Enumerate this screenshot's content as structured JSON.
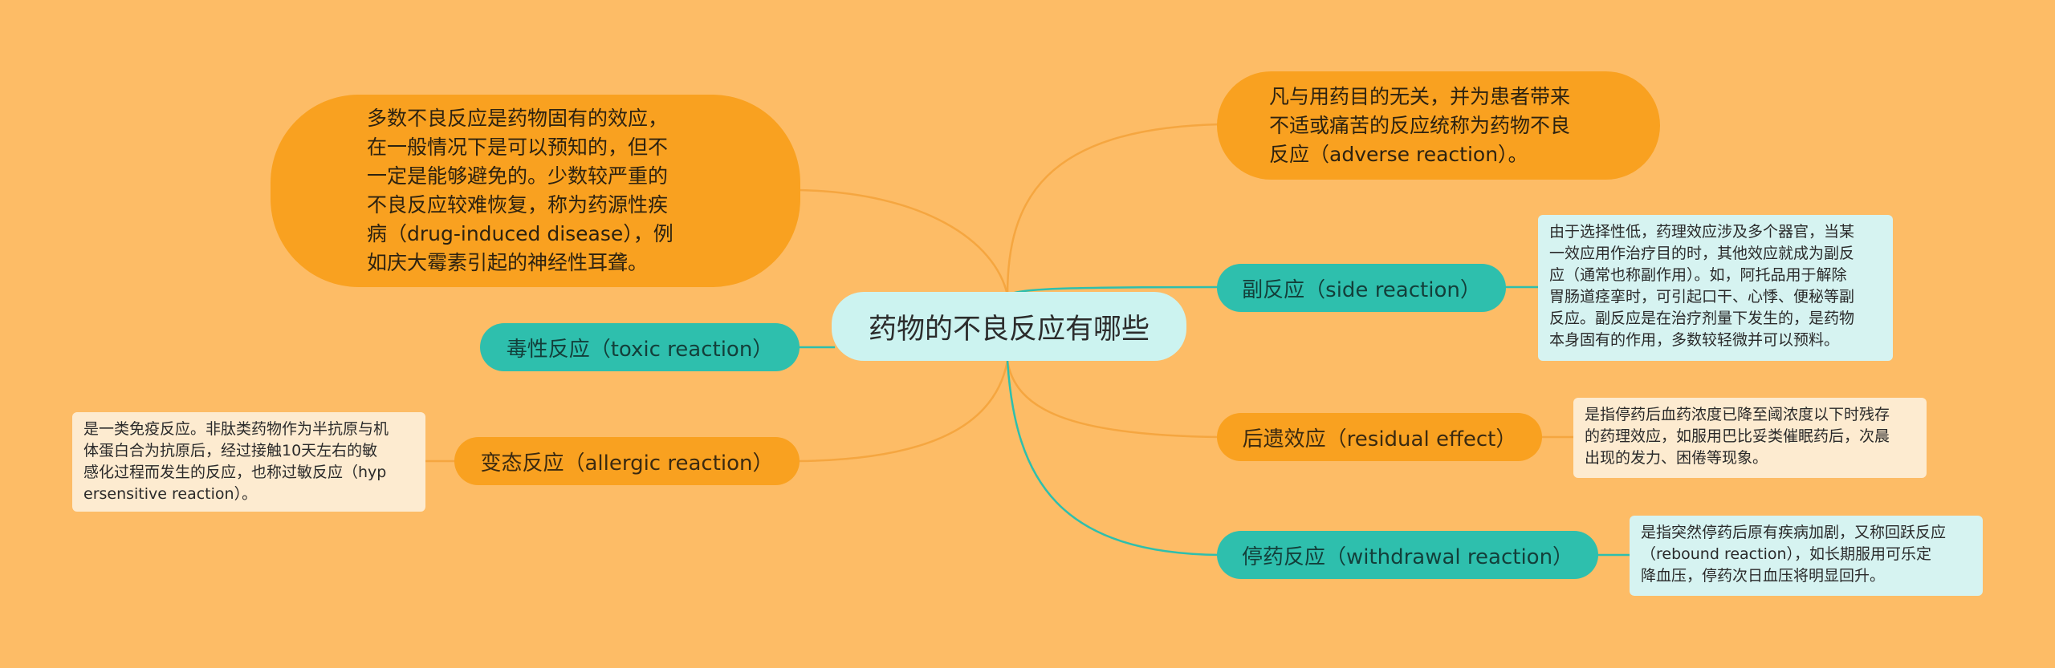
{
  "root": {
    "label": "药物的不良反应有哪些"
  },
  "branches": {
    "definition": {
      "text": "凡与用药目的无关，并为患者带来\n不适或痛苦的反应统称为药物不良\n反应（adverse reaction）。"
    },
    "intro": {
      "text": "多数不良反应是药物固有的效应，\n在一般情况下是可以预知的，但不\n一定是能够避免的。少数较严重的\n不良反应较难恢复，称为药源性疾\n病（drug-induced disease），例\n如庆大霉素引起的神经性耳聋。"
    },
    "side": {
      "label": "副反应（side reaction）",
      "note": "由于选择性低，药理效应涉及多个器官，当某\n一效应用作治疗目的时，其他效应就成为副反\n应（通常也称副作用）。如，阿托品用于解除\n胃肠道痉挛时，可引起口干、心悸、便秘等副\n反应。副反应是在治疗剂量下发生的，是药物\n本身固有的作用，多数较轻微并可以预料。"
    },
    "toxic": {
      "label": "毒性反应（toxic reaction）"
    },
    "residual": {
      "label": "后遗效应（residual effect）",
      "note": "是指停药后血药浓度已降至阈浓度以下时残存\n的药理效应，如服用巴比妥类催眠药后，次晨\n出现的发力、困倦等现象。"
    },
    "allergic": {
      "label": "变态反应（allergic reaction）",
      "note": "是一类免疫反应。非肽类药物作为半抗原与机\n体蛋白合为抗原后，经过接触10天左右的敏\n感化过程而发生的反应，也称过敏反应（hyp\nersensitive reaction）。"
    },
    "withdrawal": {
      "label": "停药反应（withdrawal reaction）",
      "note": "是指突然停药后原有疾病加剧，又称回跃反应\n（rebound reaction），如长期服用可乐定\n降血压，停药次日血压将明显回升。"
    }
  },
  "colors": {
    "background": "#fdbc66",
    "orange_node": "#f9a120",
    "teal_node": "#2ebfad",
    "root_node": "#ccf3f0",
    "orange_link": "#f6a33a",
    "teal_link": "#2ebfad",
    "cream_note": "#fdebd0",
    "mint_note": "#d6f3f1"
  }
}
